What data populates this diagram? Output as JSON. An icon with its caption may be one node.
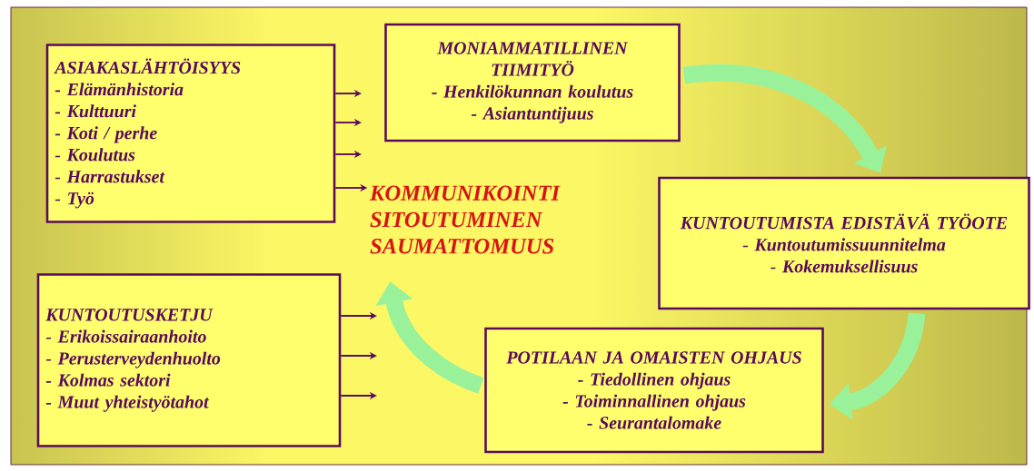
{
  "diagram": {
    "nodes": [
      {
        "text": [
          "ASIAKASLÄHTÖISYYS",
          "- Elämänhistoria",
          "- Kulttuuri",
          "- Koti / perhe",
          "- Koulutus",
          "- Harrastukset",
          "- Työ"
        ]
      },
      {
        "text": [
          "MONIAMMATILLINEN TIIMITYÖ",
          "- Henkilökunnan koulutus",
          "- Asiantuntijuus"
        ]
      },
      {
        "text": [
          "KOMMUNIKOINTI",
          "SITOUTUMINEN",
          "SAUMATTOMUUS"
        ]
      },
      {
        "text": [
          "KUNTOUTUMISTA EDISTÄVÄ TYÖOTE",
          "- Kuntoutumissuunnitelma",
          "- Kokemuksellisuus"
        ]
      },
      {
        "text": [
          "POTILAAN JA OMAISTEN OHJAUS",
          "- Tiedollinen ohjaus",
          "- Toiminnallinen ohjaus",
          "- Seurantalomake"
        ]
      },
      {
        "text": [
          "KUNTOUTUSKETJU",
          "- Erikoissairaanhoito",
          "- Perusterveydenhuolto",
          "- Kolmas sektori",
          "- Muut yhteistyötahot"
        ]
      }
    ],
    "edges": [
      {
        "from": 0,
        "to": null,
        "arrow": "to"
      },
      {
        "from": 0,
        "to": null,
        "arrow": "to"
      },
      {
        "from": 0,
        "to": null,
        "arrow": "to"
      },
      {
        "from": 0,
        "to": 2,
        "arrow": "to"
      },
      {
        "from": 5,
        "to": null,
        "arrow": "to"
      },
      {
        "from": 5,
        "to": null,
        "arrow": "to"
      },
      {
        "from": 5,
        "to": null,
        "arrow": "to"
      },
      {
        "from": 1,
        "to": 3,
        "arrow": "to",
        "style": "thick",
        "color": "#99f299"
      },
      {
        "from": 3,
        "to": 4,
        "arrow": "to",
        "style": "thick",
        "color": "#99f299"
      },
      {
        "from": 4,
        "to": 2,
        "arrow": "to",
        "style": "thick",
        "color": "#99f299"
      }
    ]
  }
}
